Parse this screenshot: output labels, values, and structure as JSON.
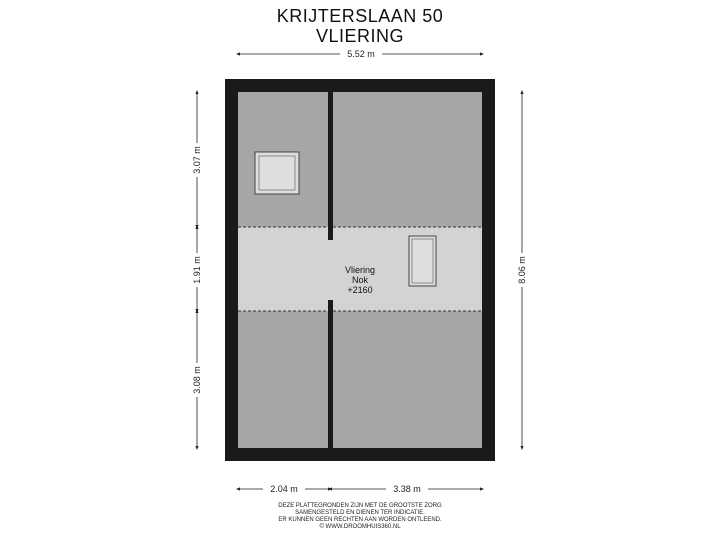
{
  "title": {
    "address": "KRIJTERSLAAN 50",
    "floor": "VLIERING"
  },
  "dimensions": {
    "top_width": "5.52 m",
    "left_top": "3.07 m",
    "left_middle": "1.91 m",
    "left_bottom": "3.08 m",
    "right_total": "8.06 m",
    "bottom_left": "2.04 m",
    "bottom_right": "3.38 m"
  },
  "room": {
    "name": "Vliering",
    "sub": "Nok",
    "height": "+2160"
  },
  "colors": {
    "wall": "#1a1a1a",
    "low_zone": "#a6a6a6",
    "standing_zone": "#d3d3d3",
    "window": "#dedede"
  },
  "disclaimer": [
    "DEZE PLATTEGRONDEN ZIJN MET DE GROOTSTE ZORG",
    "SAMENGESTELD EN DIENEN TER INDICATIE.",
    "ER KUNNEN GEEN RECHTEN AAN WORDEN ONTLEEND.",
    "© WWW.DROOMHUIS360.NL"
  ]
}
